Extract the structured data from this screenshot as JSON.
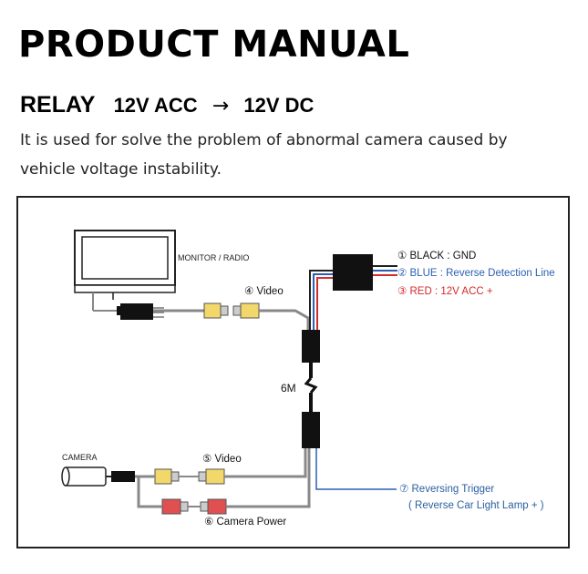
{
  "header": {
    "title": "PRODUCT MANUAL",
    "relay_label": "RELAY",
    "from_voltage": "12V ACC",
    "arrow": "→",
    "to_voltage": "12V DC",
    "description": "It is used for solve the problem of abnormal camera caused by vehicle voltage instability."
  },
  "diagram": {
    "monitor_label": "MONITOR / RADIO",
    "camera_label": "CAMERA",
    "video_top": "④ Video",
    "video_bottom": "⑤ Video",
    "camera_power": "⑥ Camera Power",
    "cable_length": "6M",
    "wire_black": "① BLACK : GND",
    "wire_blue": "② BLUE : Reverse Detection Line",
    "wire_red": "③ RED : 12V ACC +",
    "reversing_trigger": "⑦ Reversing Trigger",
    "reverse_lamp": "( Reverse Car Light Lamp + )"
  },
  "colors": {
    "black_wire": "#222222",
    "blue_wire": "#2b5fb4",
    "red_wire": "#d42b2b",
    "trigger_text": "#2b5fa0"
  }
}
